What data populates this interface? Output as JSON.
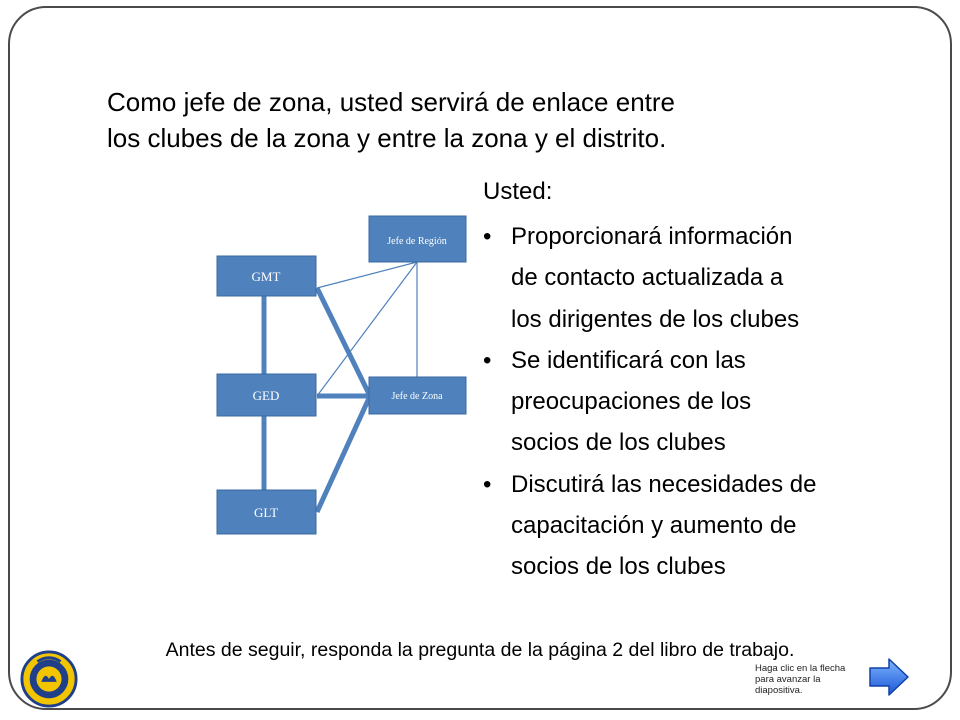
{
  "slide": {
    "heading_lines": [
      "Como jefe de zona, usted servirá de enlace entre",
      "los clubes de la zona y entre la zona y el distrito."
    ],
    "usted_label": "Usted:",
    "bullets": [
      [
        "Proporcionará información",
        "de contacto actualizada a",
        "los dirigentes de los clubes"
      ],
      [
        "Se identificará con las",
        "preocupaciones de los",
        "socios de los clubes"
      ],
      [
        "Discutirá las necesidades de",
        "capacitación y aumento de",
        "socios de los clubes"
      ]
    ],
    "bullet_glyph": "•",
    "footer_note": "Antes de seguir, responda la pregunta de la página 2 del libro de trabajo.",
    "hint_text": "Haga clic en la flecha para avanzar la diapositiva."
  },
  "diagram": {
    "boxes": {
      "gmt": "GMT",
      "ged": "GED",
      "glt": "GLT",
      "jefe_region": "Jefe de Región",
      "jefe_zona": "Jefe de Zona"
    },
    "box_color": "#4f81bd"
  },
  "icons": {
    "logo": "lions-clubs-logo",
    "next": "next-arrow-icon"
  }
}
